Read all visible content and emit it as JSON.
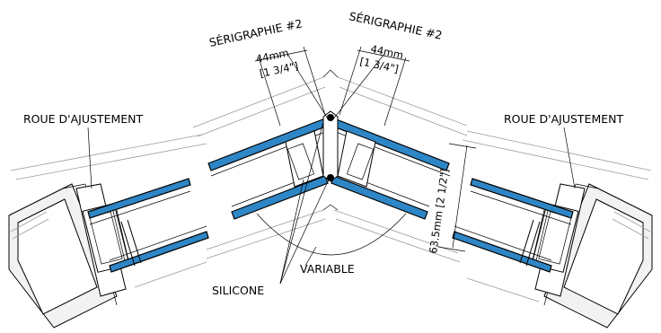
{
  "labels": {
    "roue_left": "ROUE D'AJUSTEMENT",
    "roue_right": "ROUE D'AJUSTEMENT",
    "serigraphie_left": "SÉRIGRAPHIE #2",
    "serigraphie_right": "SÉRIGRAPHIE #2",
    "variable": "VARIABLE",
    "silicone": "SILICONE"
  },
  "dimensions": {
    "left_mm": "44mm",
    "left_in": "[1 3/4\"]",
    "right_mm": "44mm",
    "right_in": "[1 3/4\"]",
    "depth": "63.5mm [2 1/2\"]"
  },
  "colors": {
    "glass_frit": "#2f86c6",
    "lines": "#000000",
    "background": "#ffffff"
  }
}
